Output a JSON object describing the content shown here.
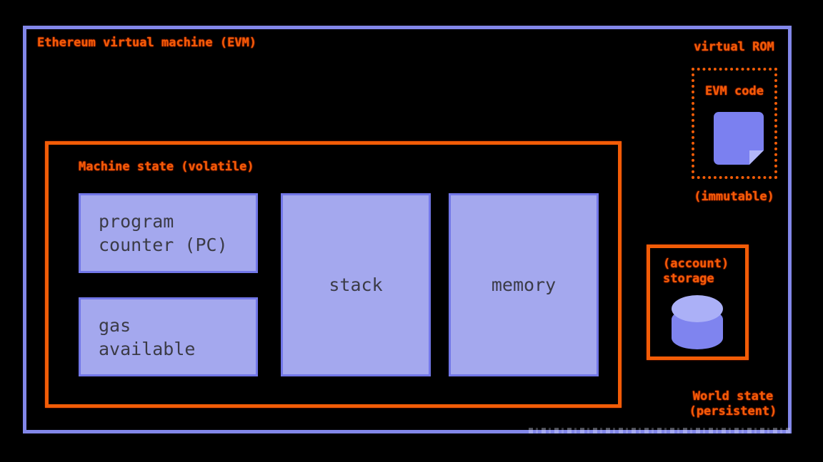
{
  "colors": {
    "background": "#000000",
    "evm_frame_border": "#8287e9",
    "orange_accent": "#f25c07",
    "data_box_fill": "#a4a8ee",
    "data_box_border": "#7277e8",
    "data_box_text": "#3b3b46",
    "icon_purple": "#7b80f0",
    "icon_purple_light": "#b2b6f7"
  },
  "evm": {
    "title": "Ethereum virtual machine (EVM)",
    "machine_state": {
      "label": "Machine state (volatile)",
      "program_counter_label": "program\ncounter (PC)",
      "gas_available_label": "gas\navailable",
      "stack_label": "stack",
      "memory_label": "memory"
    }
  },
  "virtual_rom": {
    "label": "virtual ROM",
    "evm_code_label": "EVM code",
    "immutable_note": "(immutable)",
    "icon": "document-page-icon"
  },
  "world_state": {
    "account_storage_label": "(account)\nstorage",
    "icon": "database-cylinder-icon",
    "label": "World state\n(persistent)"
  }
}
